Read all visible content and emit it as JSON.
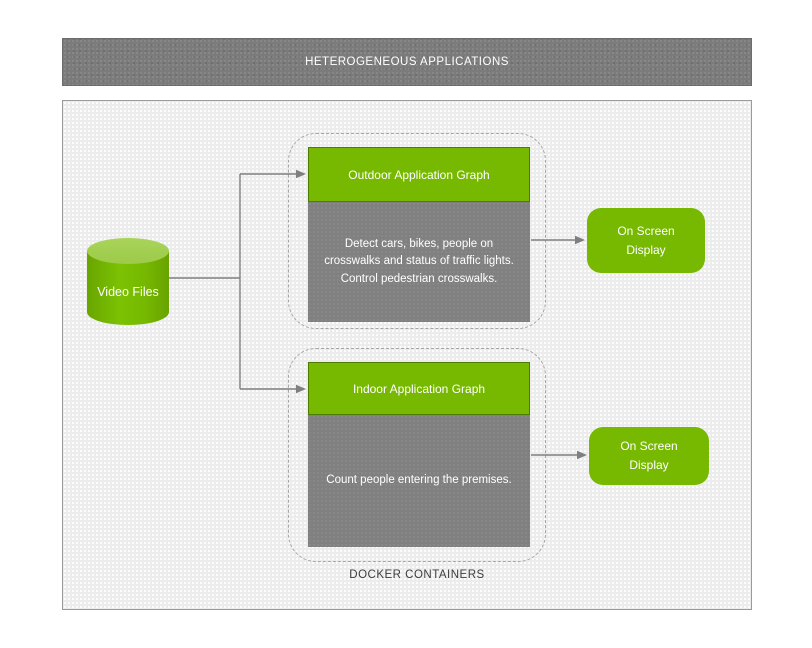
{
  "banner": {
    "title": "HETEROGENEOUS APPLICATIONS"
  },
  "video_files": {
    "label": "Video Files"
  },
  "outdoor": {
    "title": "Outdoor Application Graph",
    "description_lines": [
      "Detect cars, bikes, people on",
      "crosswalks and status of traffic lights.",
      "Control pedestrian crosswalks."
    ]
  },
  "indoor": {
    "title": "Indoor Application Graph",
    "description_lines": [
      "Count people entering the premises."
    ]
  },
  "docker_label": "DOCKER CONTAINERS",
  "osd_top": {
    "label": "On Screen Display"
  },
  "osd_bottom": {
    "label": "On Screen Display"
  },
  "colors": {
    "green": "#76b900",
    "green_border": "#4c7c00",
    "green_light": "#a9d45a",
    "gray": "#808080",
    "banner_gray": "#7b7b7b",
    "line": "#7f7f7f",
    "dash_border": "#a6a6a6",
    "docker_text": "#3c3c3c",
    "panel_bg": "#ececec"
  }
}
